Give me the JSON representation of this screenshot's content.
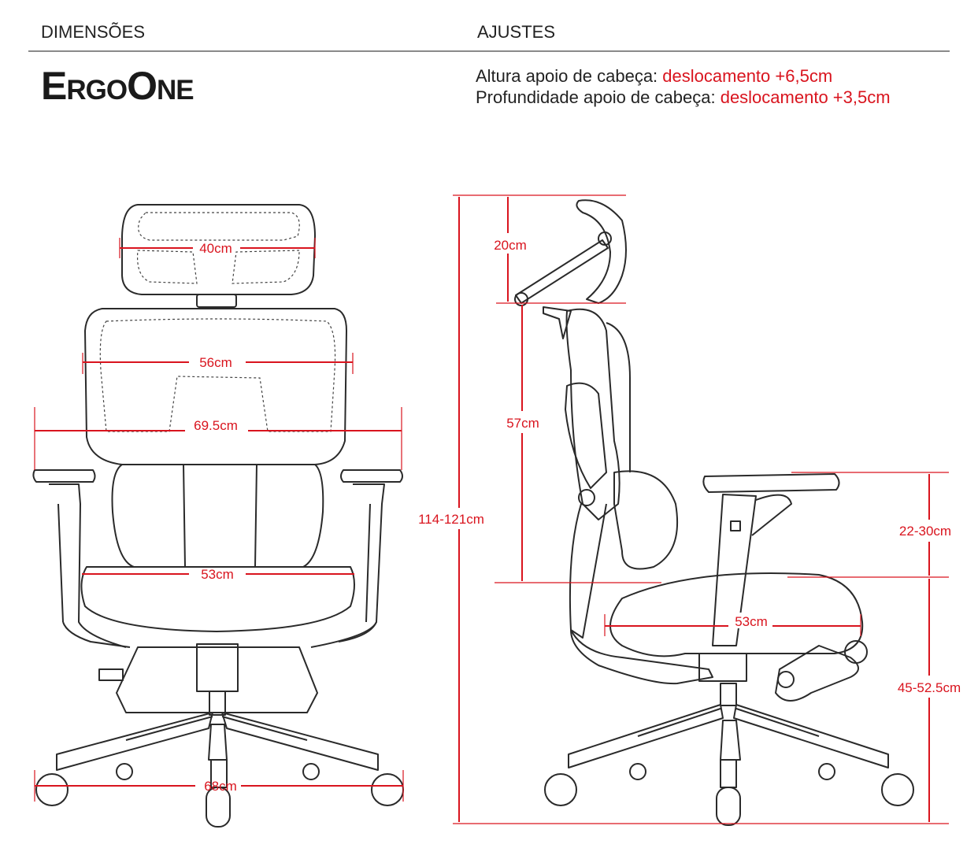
{
  "header": {
    "left_title": "DIMENSÕES",
    "right_title": "AJUSTES"
  },
  "brand": "ErgoOne",
  "adjustments": [
    {
      "label": "Altura apoio de cabeça:",
      "value": "deslocamento +6,5cm"
    },
    {
      "label": "Profundidade apoio de cabeça:",
      "value": "deslocamento +3,5cm"
    }
  ],
  "front_view": {
    "headrest_width": "40cm",
    "backrest_width": "56cm",
    "armrest_span": "69.5cm",
    "seat_width": "53cm",
    "base_width": "68cm"
  },
  "side_view": {
    "headrest_height": "20cm",
    "backrest_height": "57cm",
    "total_height": "114-121cm",
    "armrest_height": "22-30cm",
    "seat_depth": "53cm",
    "seat_height": "45-52.5cm"
  },
  "colors": {
    "accent": "#d9141e",
    "line": "#2a2a2a"
  }
}
